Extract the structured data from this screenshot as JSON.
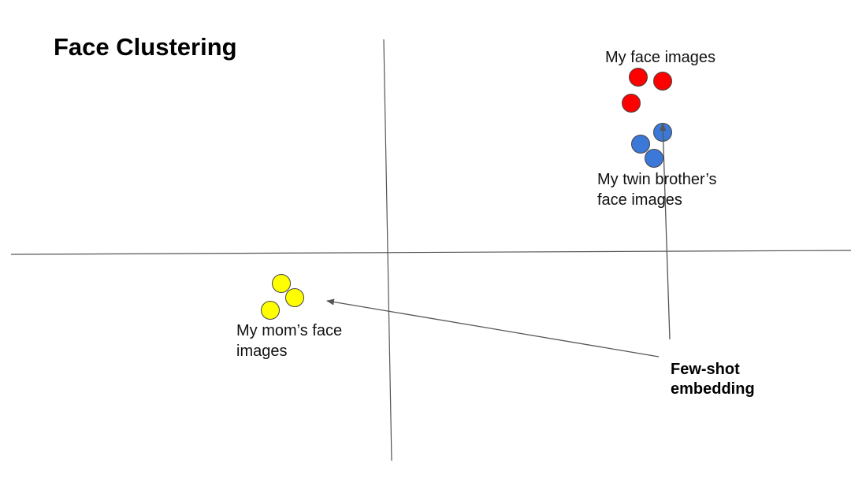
{
  "title": "Face Clustering",
  "clusters": {
    "me": {
      "label": "My face images",
      "color": "#ff0000",
      "count": 3
    },
    "twin": {
      "label_line1": "My twin brother’s",
      "label_line2": "face images",
      "color": "#3c78d8",
      "count": 3
    },
    "mom": {
      "label_line1": "My mom’s face",
      "label_line2": "images",
      "color": "#ffff00",
      "count": 3
    }
  },
  "annotation": {
    "line1": "Few-shot",
    "line2": "embedding"
  },
  "colors": {
    "axis": "#555555",
    "arrow": "#555555",
    "stroke": "#444444"
  }
}
